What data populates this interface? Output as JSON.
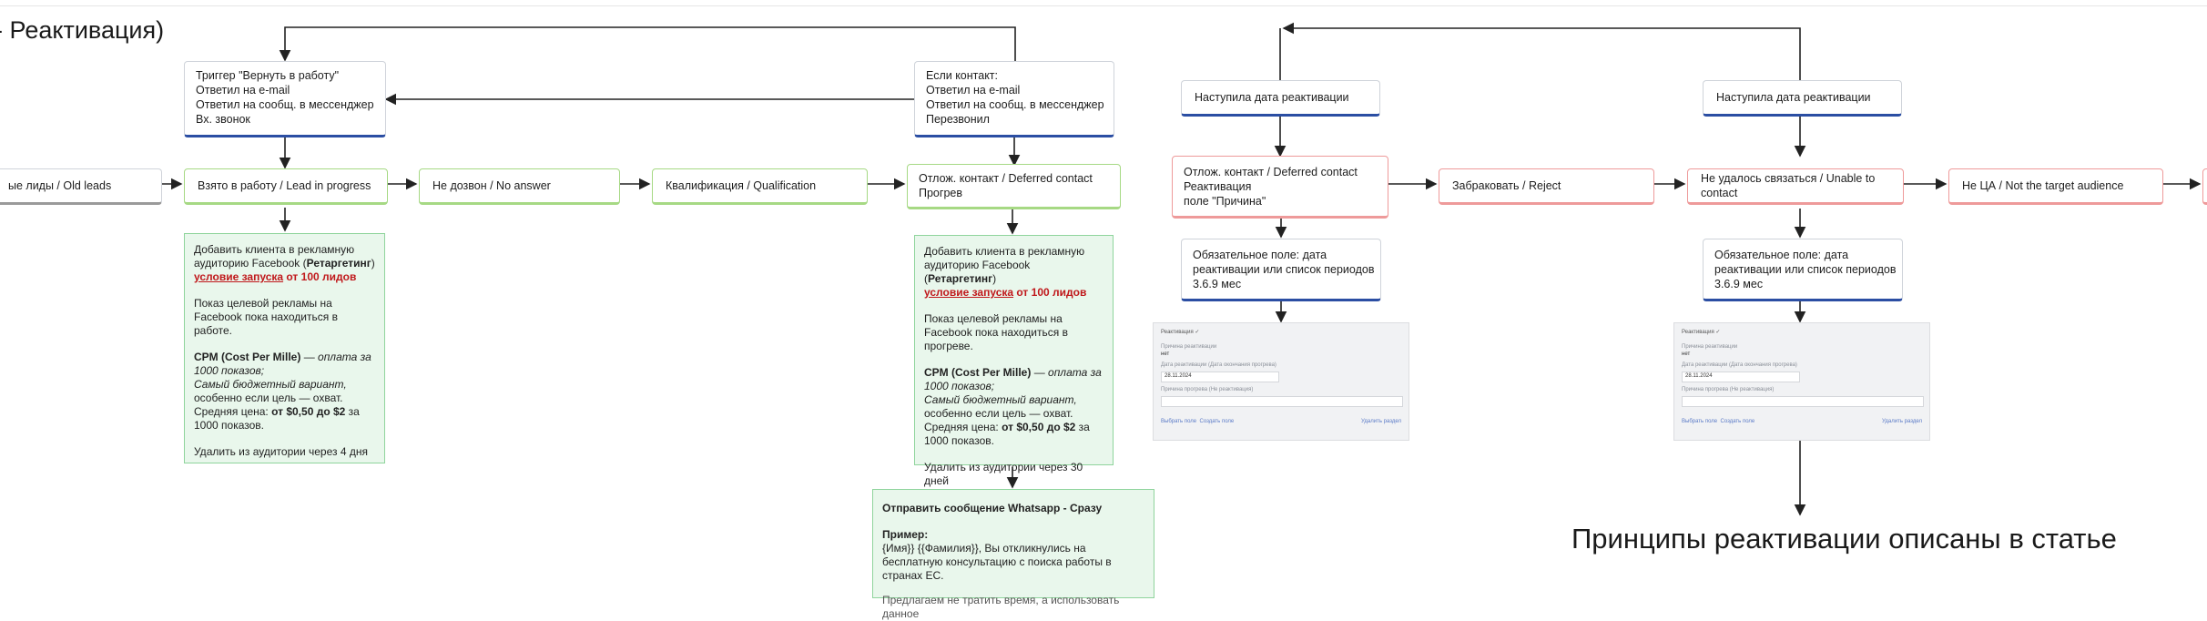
{
  "title": "- Реактивация)",
  "footer_text": "Принципы реактивации описаны в статье",
  "stages": {
    "old_leads": "ые лиды / Old leads",
    "in_progress": "Взято в работу / Lead in progress",
    "no_answer": "Не дозвон / No answer",
    "qualification": "Квалификация / Qualification",
    "deferred": [
      "Отлож. контакт / Deferred contact",
      "Прогрев"
    ],
    "deferred_reason": [
      "Отлож. контакт / Deferred contact",
      "Реактивация",
      "поле \"Причина\""
    ],
    "reject": "Забраковать / Reject",
    "unable": "Не удалось связаться / Unable to contact",
    "not_target": "Не ЦА / Not the target audience"
  },
  "triggers": {
    "return_to_work": [
      "Триггер \"Вернуть в работу\"",
      "Ответил на e-mail",
      "Ответил на сообщ. в мессенджер",
      "Вх. звонок"
    ],
    "if_contact": [
      "Если контакт:",
      "Ответил на e-mail",
      "Ответил на сообщ. в мессенджер",
      "Перезвонил"
    ],
    "reactivation_date_1": "Наступила дата реактивации",
    "reactivation_date_2": "Наступила дата реактивации",
    "required_field_1": [
      "Обязательное поле: дата",
      "реактивации или список периодов",
      "3.6.9 мес"
    ],
    "required_field_2": [
      "Обязательное поле: дата",
      "реактивации или список периодов",
      "3.6.9 мес"
    ]
  },
  "note_left": {
    "p1_a": "Добавить клиента в рекламную аудиторию Facebook (",
    "p1_b": "Ретаргетинг",
    "p1_c": ")",
    "p1_cond": "условие запуска",
    "p1_cond2": " от 100 лидов",
    "p2": "Показ целевой рекламы на Facebook пока находиться в работе.",
    "p3_b": "CPM (Cost Per Mille)",
    "p3_dash": " — ",
    "p3_i": "оплата за 1000 показов;",
    "p3_i2": "Самый бюджетный вариант,",
    "p3_t": "особенно если цель — охват.",
    "p3_price_a": "Средняя цена: ",
    "p3_price_b": "от $0,50 до $2",
    "p3_price_c": " за 1000 показов.",
    "p4": "Удалить из аудитории через 4 дня"
  },
  "note_mid": {
    "p1_a": "Добавить клиента в рекламную аудиторию Facebook (",
    "p1_b": "Ретаргетинг",
    "p1_c": ")",
    "p1_cond": "условие запуска",
    "p1_cond2": " от 100 лидов",
    "p2": "Показ целевой рекламы на Facebook пока находиться в прогреве.",
    "p3_b": "CPM (Cost Per Mille)",
    "p3_dash": " — ",
    "p3_i": "оплата за 1000 показов;",
    "p3_i2": "Самый бюджетный вариант,",
    "p3_t": "особенно если цель — охват.",
    "p3_price_a": "Средняя цена: ",
    "p3_price_b": "от $0,50 до $2",
    "p3_price_c": " за 1000 показов.",
    "p4": "Удалить из аудитории через 30 дней"
  },
  "note_whatsapp": {
    "heading": "Отправить сообщение Whatsapp - Сразу",
    "example_label": "Пример:",
    "example_text": "{Имя}} {{Фамилия}}, Вы откликнулись на бесплатную консультацию с поиска работы в странах ЕС.",
    "cut_text": "Предлагаем не тратить время, а использовать данное"
  },
  "screenshot": {
    "header": "Реактивация ✓",
    "label1": "Причина реактивации",
    "value1": "нет",
    "label2": "Дата реактивации (Дата окончания прогрева)",
    "date": "28.11.2024",
    "label3": "Причина прогрева (Не реактивация)",
    "link1": "Выбрать поле",
    "link2": "Создать поле",
    "link3": "Удалить раздел"
  }
}
